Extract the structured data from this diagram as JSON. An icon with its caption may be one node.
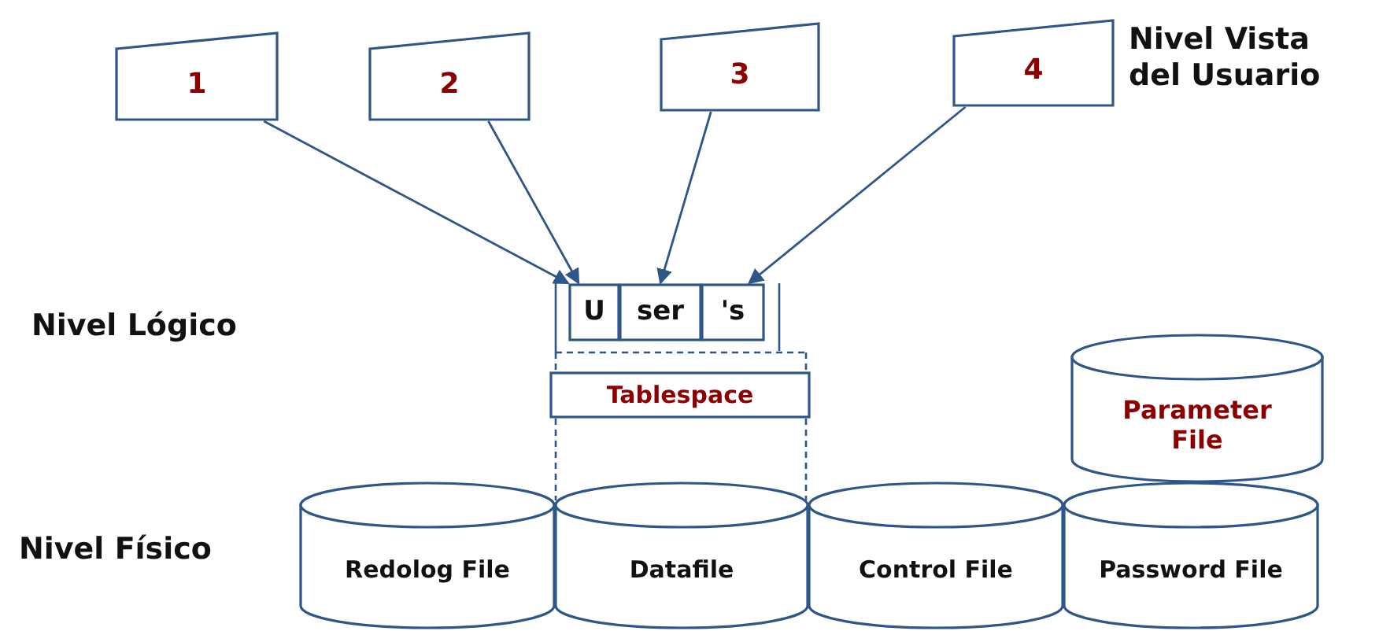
{
  "diagram": {
    "nodes": [
      {
        "text": [
          "1"
        ]
      },
      {
        "text": [
          "2"
        ]
      },
      {
        "text": [
          "3"
        ]
      },
      {
        "text": [
          "4"
        ]
      },
      {
        "text": [
          "U"
        ]
      },
      {
        "text": [
          "ser"
        ]
      },
      {
        "text": [
          "'s"
        ]
      },
      {
        "text": [
          "Tablespace"
        ]
      },
      {
        "text": [
          "Redolog File"
        ]
      },
      {
        "text": [
          "Datafile"
        ]
      },
      {
        "text": [
          "Control File"
        ]
      },
      {
        "text": [
          "Password File"
        ]
      },
      {
        "text": [
          "Parameter File"
        ]
      }
    ],
    "edges": [
      {
        "from": 0,
        "to": 4,
        "arrow": "to"
      },
      {
        "from": 1,
        "to": 4,
        "arrow": "to"
      },
      {
        "from": 2,
        "to": 5,
        "arrow": "to"
      },
      {
        "from": 3,
        "to": 6,
        "arrow": "to"
      }
    ],
    "labels": [
      "Nivel Vista del Usuario",
      "Nivel Lógico",
      "Nivel Físico"
    ]
  }
}
